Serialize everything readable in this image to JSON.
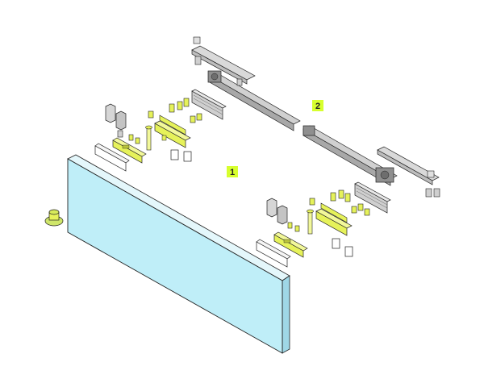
{
  "callouts": [
    {
      "id": "1",
      "label": "1",
      "fill": "#d7ff2e"
    },
    {
      "id": "2",
      "label": "2",
      "fill": "#d7ff2e"
    }
  ],
  "colors": {
    "glass_fill": "#bfeef8",
    "glass_edge": "#9fd7e6",
    "outline": "#222222",
    "grey_part": "#bdbdbd",
    "dark_part": "#8f8f8f",
    "highlight_part": "#e6f25a",
    "background": "#ffffff"
  }
}
